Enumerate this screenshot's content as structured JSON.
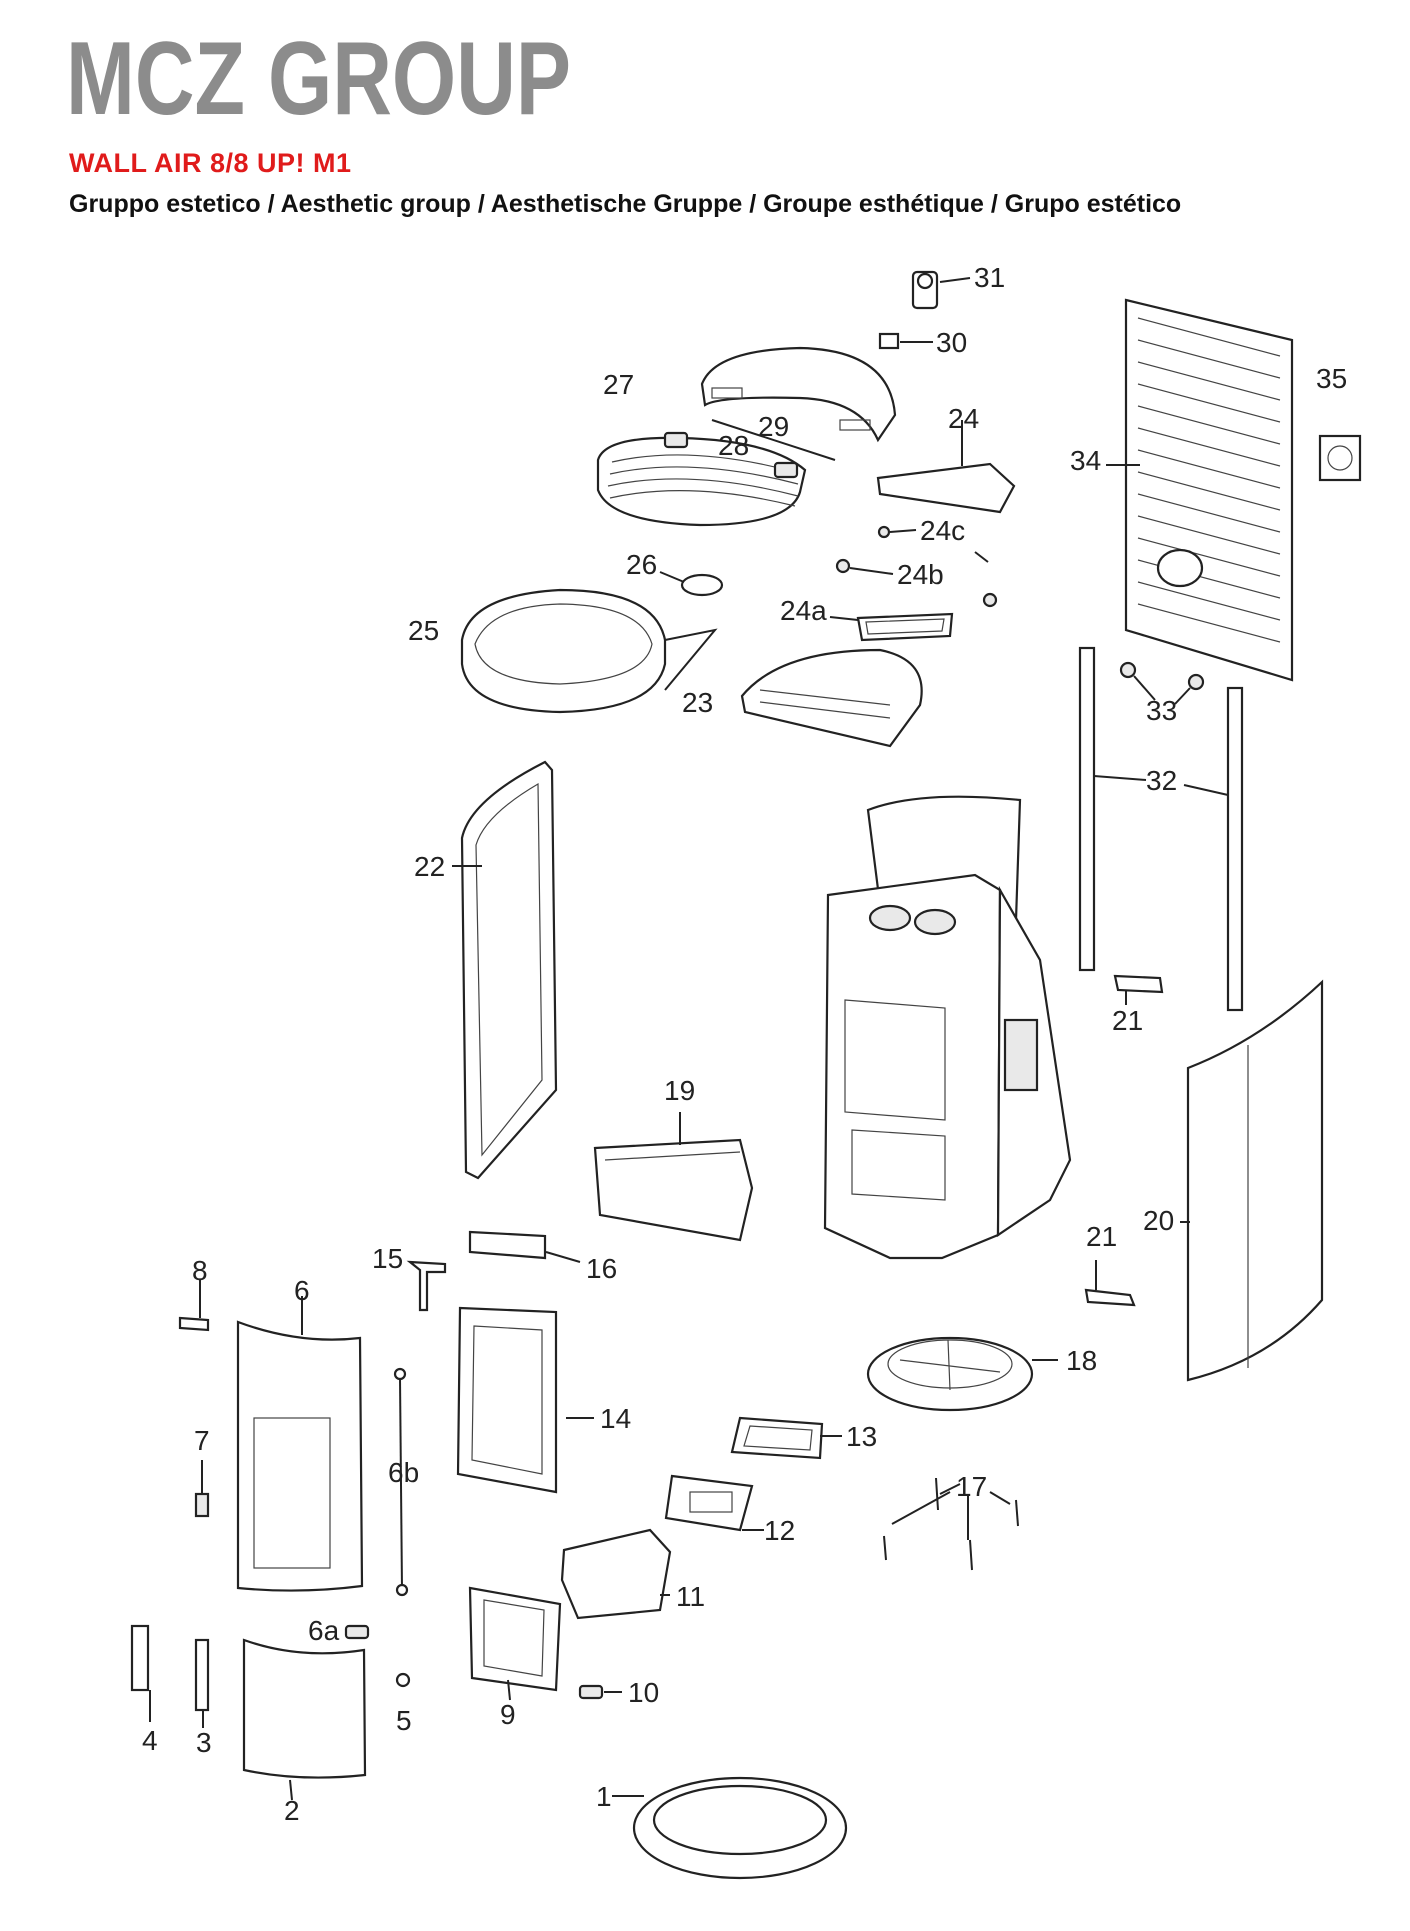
{
  "header": {
    "brand": "MCZ GROUP",
    "model": "WALL AIR 8/8 UP! M1",
    "subtitle": "Gruppo estetico / Aesthetic group / Aesthetische Gruppe / Groupe esthétique / Grupo estético"
  },
  "colors": {
    "brand_gray": "#8c8c8c",
    "model_red": "#e01b1b",
    "line": "#222222"
  },
  "callouts": {
    "c1": "1",
    "c2": "2",
    "c3": "3",
    "c4": "4",
    "c5": "5",
    "c6": "6",
    "c6a": "6a",
    "c6b": "6b",
    "c7": "7",
    "c8": "8",
    "c9": "9",
    "c10": "10",
    "c11": "11",
    "c12": "12",
    "c13": "13",
    "c14": "14",
    "c15": "15",
    "c16": "16",
    "c17": "17",
    "c18": "18",
    "c19": "19",
    "c20": "20",
    "c21a": "21",
    "c21b": "21",
    "c22": "22",
    "c23": "23",
    "c24": "24",
    "c24a": "24a",
    "c24b": "24b",
    "c24c": "24c",
    "c25": "25",
    "c26": "26",
    "c27": "27",
    "c28": "28",
    "c29": "29",
    "c30": "30",
    "c31": "31",
    "c32": "32",
    "c33": "33",
    "c34": "34",
    "c35": "35"
  }
}
